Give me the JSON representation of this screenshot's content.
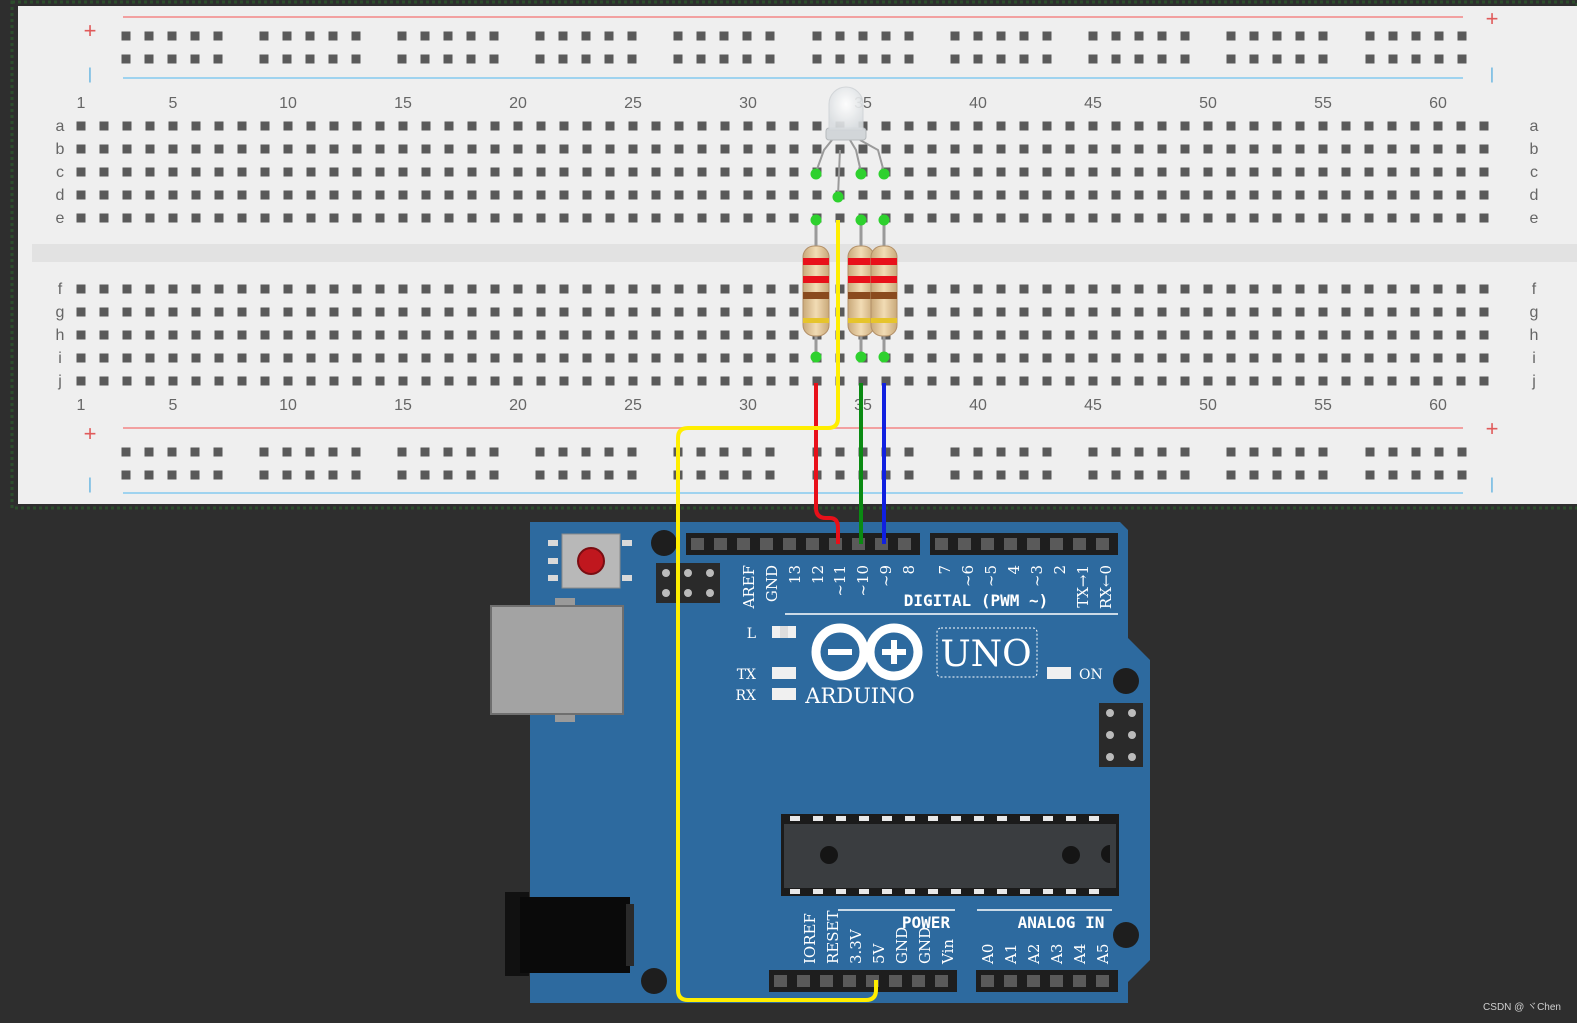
{
  "breadboard": {
    "column_numbers": [
      "1",
      "5",
      "10",
      "15",
      "20",
      "25",
      "30",
      "35",
      "40",
      "45",
      "50",
      "55",
      "60"
    ],
    "row_letters_top": [
      "a",
      "b",
      "c",
      "d",
      "e"
    ],
    "row_letters_bottom": [
      "f",
      "g",
      "h",
      "i",
      "j"
    ],
    "rail_plus": "+",
    "rail_minus": "|"
  },
  "arduino": {
    "brand": "ARDUINO",
    "model": "UNO",
    "header_pins_digital": [
      "AREF",
      "GND",
      "13",
      "12",
      "~11",
      "~10",
      "~9",
      "8",
      "7",
      "~6",
      "~5",
      "4",
      "~3",
      "2",
      "TX→1",
      "RX←0"
    ],
    "digital_label": "DIGITAL (PWM ~)",
    "led_labels": {
      "l": "L",
      "tx": "TX",
      "rx": "RX",
      "on": "ON"
    },
    "power_label": "POWER",
    "power_pins": [
      "IOREF",
      "RESET",
      "3.3V",
      "5V",
      "GND",
      "GND",
      "Vin"
    ],
    "analog_label": "ANALOG IN",
    "analog_pins": [
      "A0",
      "A1",
      "A2",
      "A3",
      "A4",
      "A5"
    ]
  },
  "wires": {
    "red": "#e8101a",
    "green": "#0a8a12",
    "blue": "#1020e0",
    "yellow": "#ffee00"
  },
  "colors": {
    "board": "#2d6a9f",
    "breadboard": "#efefef",
    "background": "#2e2e2e"
  },
  "watermark": "CSDN @ ヾChen"
}
